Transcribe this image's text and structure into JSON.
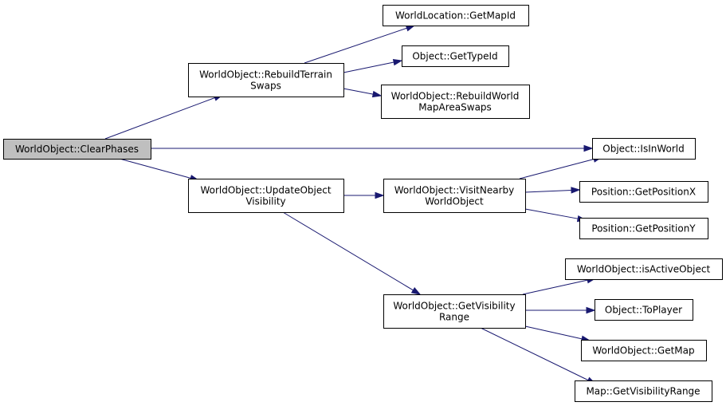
{
  "graph": {
    "edge_color": "#191970",
    "root_fill": "#bfbfbf",
    "node_fill": "#ffffff",
    "nodes": {
      "clear_phases": {
        "lines": [
          "WorldObject::ClearPhases"
        ],
        "root": true
      },
      "rebuild_terrain_swaps": {
        "lines": [
          "WorldObject::RebuildTerrain",
          "Swaps"
        ]
      },
      "update_object_visibility": {
        "lines": [
          "WorldObject::UpdateObject",
          "Visibility"
        ]
      },
      "get_map_id": {
        "lines": [
          "WorldLocation::GetMapId"
        ]
      },
      "get_type_id": {
        "lines": [
          "Object::GetTypeId"
        ]
      },
      "rebuild_world_map_area_swaps": {
        "lines": [
          "WorldObject::RebuildWorld",
          "MapAreaSwaps"
        ]
      },
      "is_in_world": {
        "lines": [
          "Object::IsInWorld"
        ]
      },
      "visit_nearby_world_object": {
        "lines": [
          "WorldObject::VisitNearby",
          "WorldObject"
        ]
      },
      "get_position_x": {
        "lines": [
          "Position::GetPositionX"
        ]
      },
      "get_position_y": {
        "lines": [
          "Position::GetPositionY"
        ]
      },
      "get_visibility_range": {
        "lines": [
          "WorldObject::GetVisibility",
          "Range"
        ]
      },
      "is_active_object": {
        "lines": [
          "WorldObject::isActiveObject"
        ]
      },
      "to_player": {
        "lines": [
          "Object::ToPlayer"
        ]
      },
      "get_map": {
        "lines": [
          "WorldObject::GetMap"
        ]
      },
      "map_get_visibility_range": {
        "lines": [
          "Map::GetVisibilityRange"
        ]
      }
    },
    "edges": [
      [
        "clear_phases",
        "rebuild_terrain_swaps"
      ],
      [
        "clear_phases",
        "is_in_world"
      ],
      [
        "clear_phases",
        "update_object_visibility"
      ],
      [
        "rebuild_terrain_swaps",
        "get_map_id"
      ],
      [
        "rebuild_terrain_swaps",
        "get_type_id"
      ],
      [
        "rebuild_terrain_swaps",
        "rebuild_world_map_area_swaps"
      ],
      [
        "update_object_visibility",
        "visit_nearby_world_object"
      ],
      [
        "update_object_visibility",
        "get_visibility_range"
      ],
      [
        "visit_nearby_world_object",
        "is_in_world"
      ],
      [
        "visit_nearby_world_object",
        "get_position_x"
      ],
      [
        "visit_nearby_world_object",
        "get_position_y"
      ],
      [
        "get_visibility_range",
        "is_active_object"
      ],
      [
        "get_visibility_range",
        "to_player"
      ],
      [
        "get_visibility_range",
        "get_map"
      ],
      [
        "get_visibility_range",
        "map_get_visibility_range"
      ]
    ]
  }
}
